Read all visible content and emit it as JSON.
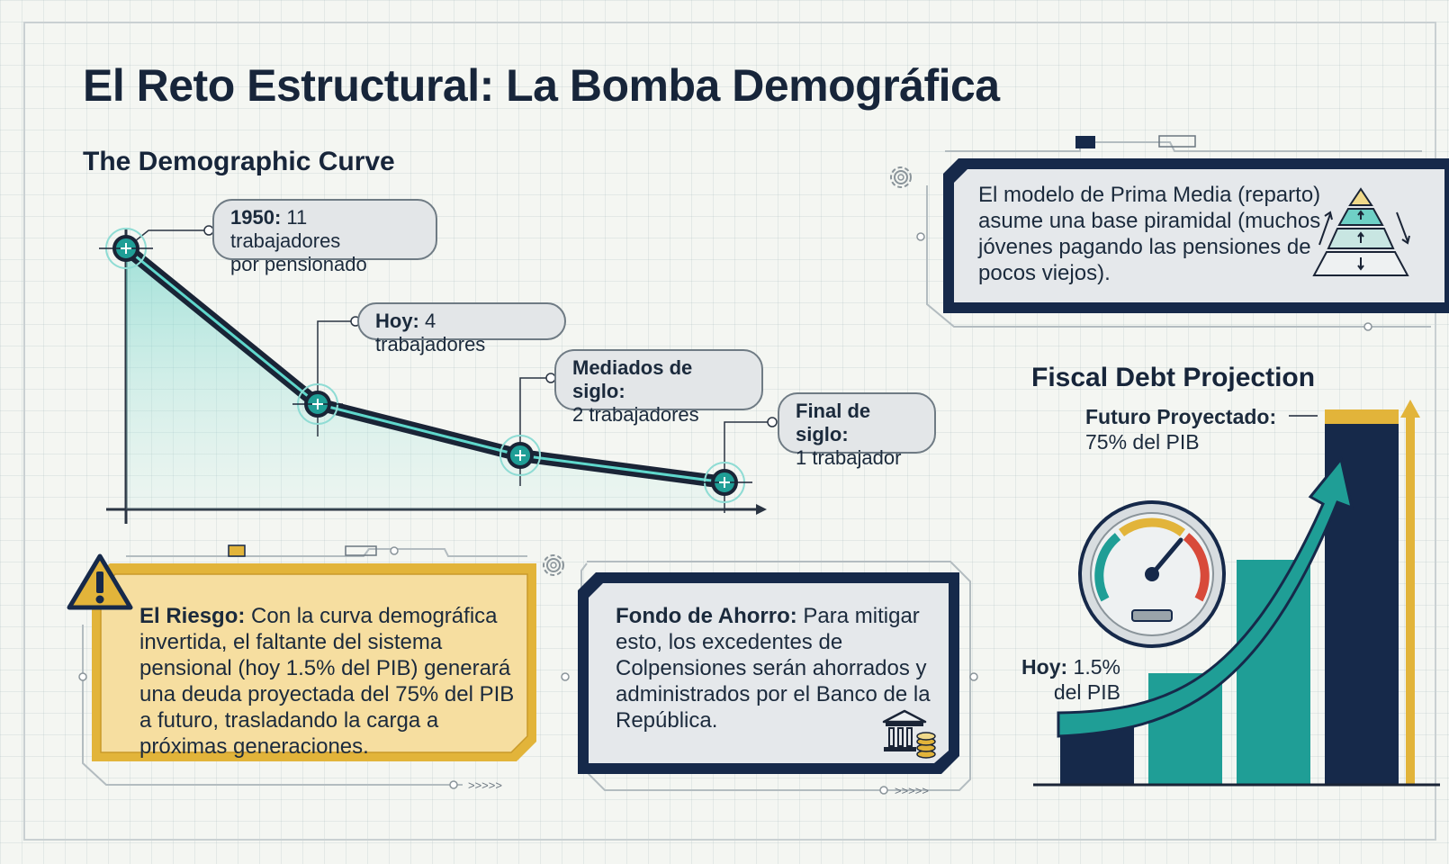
{
  "title": "El Reto Estructural: La Bomba Demográfica",
  "demographic": {
    "heading": "The Demographic Curve",
    "points": [
      {
        "bold": "1950:",
        "text": " 11 trabajadores",
        "text2": "por pensionado"
      },
      {
        "bold": "Hoy:",
        "text": " 4 trabajadores"
      },
      {
        "bold": "Mediados de siglo:",
        "text2": "2 trabajadores"
      },
      {
        "bold": "Final de siglo:",
        "text2": "1 trabajador"
      }
    ],
    "values": [
      11,
      4,
      2,
      1
    ]
  },
  "prima_media": {
    "text": "El modelo de Prima Media (reparto) asume una base piramidal (muchos jóvenes pagando las pensiones de pocos viejos)."
  },
  "fiscal": {
    "heading": "Fiscal Debt Projection",
    "future_bold": "Futuro Proyectado:",
    "future_text": "75% del PIB",
    "today_bold": "Hoy:",
    "today_text": " 1.5%",
    "today_text2": "del PIB",
    "today_value": 1.5,
    "future_value": 75
  },
  "riesgo": {
    "bold": "El Riesgo:",
    "text": " Con la curva demográfica invertida, el faltante del sistema pensional (hoy 1.5% del PIB) generará una deuda proyectada del 75% del PIB a futuro, trasladando la carga a próximas generaciones."
  },
  "fondo": {
    "bold": "Fondo de Ahorro:",
    "text": " Para mitigar esto, los excedentes de Colpensiones serán ahorrados y administrados por el Banco de la República."
  },
  "colors": {
    "navy": "#16294a",
    "teal": "#1f9e96",
    "gold": "#e2b43a",
    "amber_bg": "#f6dea0"
  },
  "icons": [
    "gear-icon",
    "warning-icon",
    "pyramid-icon",
    "bank-icon",
    "coins-icon",
    "gauge-icon",
    "arrow-up-icon"
  ]
}
